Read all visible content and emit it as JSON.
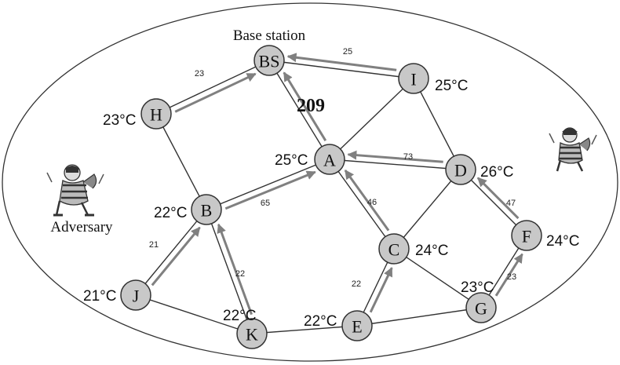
{
  "title": "Base station",
  "adversary_label": "Adversary",
  "nodes": [
    {
      "id": "BS",
      "label": "BS",
      "temp": ""
    },
    {
      "id": "I",
      "label": "I",
      "temp": "25°C"
    },
    {
      "id": "H",
      "label": "H",
      "temp": "23°C"
    },
    {
      "id": "A",
      "label": "A",
      "temp": "25°C"
    },
    {
      "id": "D",
      "label": "D",
      "temp": "26°C"
    },
    {
      "id": "B",
      "label": "B",
      "temp": "22°C"
    },
    {
      "id": "C",
      "label": "C",
      "temp": "24°C"
    },
    {
      "id": "F",
      "label": "F",
      "temp": "24°C"
    },
    {
      "id": "J",
      "label": "J",
      "temp": "21°C"
    },
    {
      "id": "G",
      "label": "G",
      "temp": "23°C"
    },
    {
      "id": "K",
      "label": "K",
      "temp": "22°C"
    },
    {
      "id": "E",
      "label": "E",
      "temp": "22°C"
    }
  ],
  "links": [
    [
      "BS",
      "I"
    ],
    [
      "BS",
      "H"
    ],
    [
      "BS",
      "A"
    ],
    [
      "I",
      "A"
    ],
    [
      "I",
      "D"
    ],
    [
      "H",
      "B"
    ],
    [
      "A",
      "B"
    ],
    [
      "A",
      "D"
    ],
    [
      "A",
      "C"
    ],
    [
      "D",
      "C"
    ],
    [
      "D",
      "F"
    ],
    [
      "B",
      "J"
    ],
    [
      "B",
      "K"
    ],
    [
      "C",
      "E"
    ],
    [
      "C",
      "G"
    ],
    [
      "F",
      "G"
    ],
    [
      "J",
      "K"
    ],
    [
      "K",
      "E"
    ],
    [
      "E",
      "G"
    ]
  ],
  "flows": [
    {
      "from": "I",
      "to": "BS",
      "value": "25"
    },
    {
      "from": "H",
      "to": "BS",
      "value": "23"
    },
    {
      "from": "A",
      "to": "BS",
      "value": "209"
    },
    {
      "from": "D",
      "to": "A",
      "value": "73"
    },
    {
      "from": "B",
      "to": "A",
      "value": "65"
    },
    {
      "from": "C",
      "to": "A",
      "value": "46"
    },
    {
      "from": "F",
      "to": "D",
      "value": "47"
    },
    {
      "from": "J",
      "to": "B",
      "value": "21"
    },
    {
      "from": "K",
      "to": "B",
      "value": "22"
    },
    {
      "from": "E",
      "to": "C",
      "value": "22"
    },
    {
      "from": "G",
      "to": "F",
      "value": "23"
    }
  ],
  "icons": [
    "adversary-icon"
  ]
}
